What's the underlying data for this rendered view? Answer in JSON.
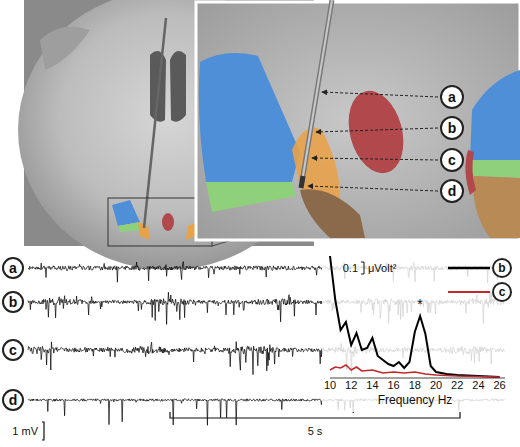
{
  "diagram": {
    "nodes": [
      {
        "text": [
          "a"
        ]
      },
      {
        "text": [
          "b"
        ]
      },
      {
        "text": [
          "c"
        ]
      },
      {
        "text": [
          "d"
        ]
      },
      {
        "text": [
          "a"
        ]
      },
      {
        "text": [
          "b"
        ]
      },
      {
        "text": [
          "c"
        ]
      },
      {
        "text": [
          "d"
        ]
      }
    ],
    "labels": [
      "0.1",
      "μVolt²",
      "*",
      "10",
      "12",
      "14",
      "16",
      "18",
      "20",
      "22",
      "24",
      "26",
      "Frequency Hz",
      "1 mV",
      "5 s"
    ],
    "legend": [
      {
        "text": "b"
      },
      {
        "text": "c"
      }
    ]
  }
}
